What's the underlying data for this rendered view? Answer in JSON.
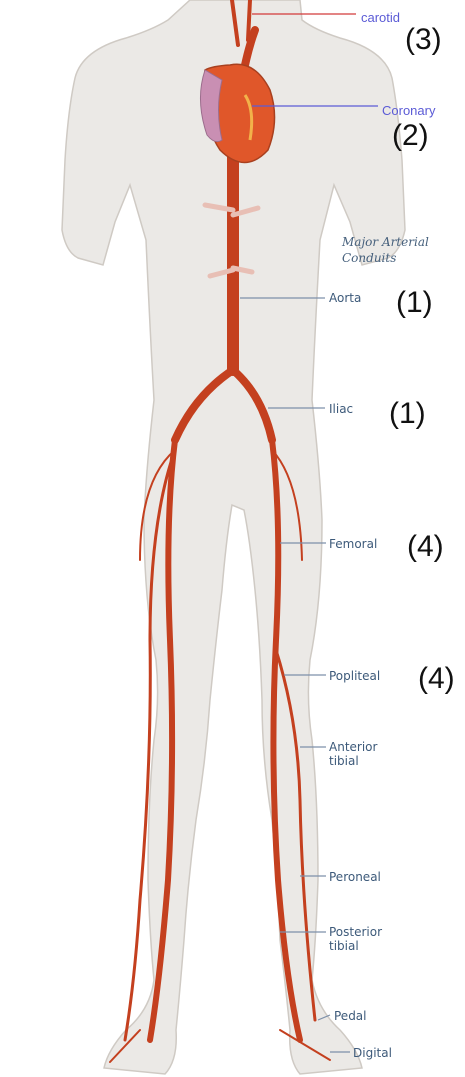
{
  "heading": "Major Arterial Conduits",
  "labels": {
    "carotid": "carotid",
    "coronary": "Coronary",
    "aorta": "Aorta",
    "iliac": "Iliac",
    "femoral": "Femoral",
    "popliteal": "Popliteal",
    "anterior_tibial": "Anterior tibial",
    "peroneal": "Peroneal",
    "posterior_tibial": "Posterior tibial",
    "pedal": "Pedal",
    "digital": "Digital"
  },
  "numbers": {
    "carotid": "(3)",
    "coronary": "(2)",
    "aorta": "(1)",
    "iliac": "(1)",
    "femoral": "(4)",
    "popliteal": "(4)"
  },
  "colors": {
    "skin": "#ebe9e6",
    "skin_outline": "#cfcac4",
    "artery": "#c4401f",
    "heart": "#e0572a",
    "leader_line": "#7d90aa",
    "blue_label": "#5b5bd6",
    "red_line": "#d23a3a"
  }
}
